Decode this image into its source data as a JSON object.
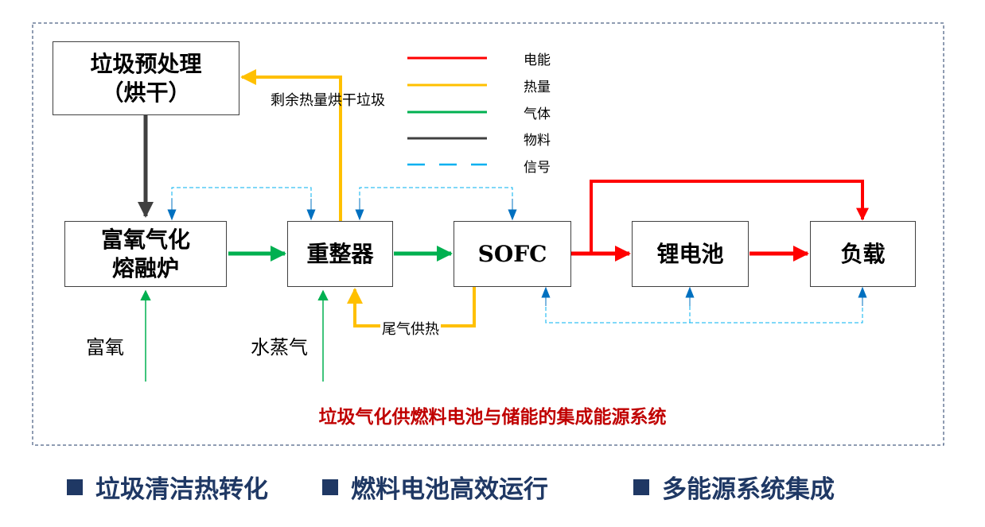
{
  "colors": {
    "electric": "#ff0000",
    "heat": "#ffc000",
    "gas": "#00b050",
    "material": "#404040",
    "signal": "#00b0f0",
    "signal_arrow": "#0070c0",
    "caption": "#c00000",
    "bullet": "#1f3864"
  },
  "boxes": {
    "pretreat_line1": "垃圾预处理",
    "pretreat_line2": "（烘干）",
    "furnace_line1": "富氧气化",
    "furnace_line2": "熔融炉",
    "reformer": "重整器",
    "sofc": "SOFC",
    "battery": "锂电池",
    "load": "负载"
  },
  "labels": {
    "oxygen": "富氧",
    "steam": "水蒸气",
    "residual_heat": "剩余热量烘干垃圾",
    "tail_gas": "尾气供热"
  },
  "legend": [
    {
      "label": "电能",
      "kind": "electric"
    },
    {
      "label": "热量",
      "kind": "heat"
    },
    {
      "label": "气体",
      "kind": "gas"
    },
    {
      "label": "物料",
      "kind": "material"
    },
    {
      "label": "信号",
      "kind": "signal"
    }
  ],
  "caption": "垃圾气化供燃料电池与储能的集成能源系统",
  "bullets": [
    {
      "text": "垃圾清洁热转化"
    },
    {
      "text": "燃料电池高效运行"
    },
    {
      "text": "多能源系统集成"
    }
  ]
}
